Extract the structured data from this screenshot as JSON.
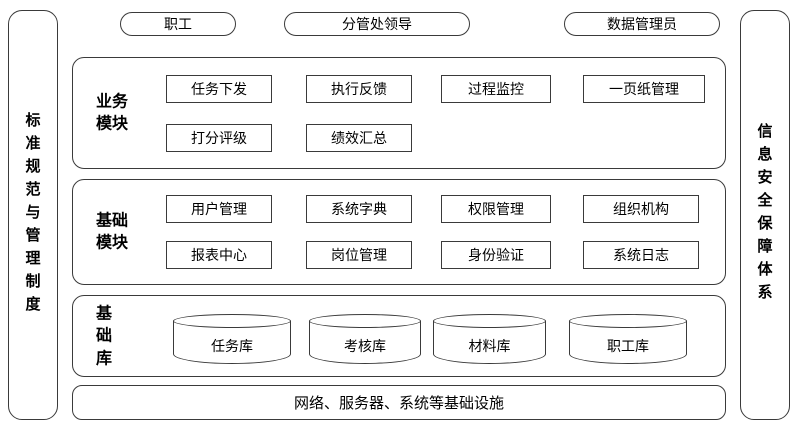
{
  "sidebars": {
    "left": "标准规范与管理制度",
    "right": "信息安全保障体系"
  },
  "actors": [
    "职工",
    "分管处领导",
    "数据管理员"
  ],
  "layers": {
    "business": {
      "title": "业务模块",
      "row1": [
        "任务下发",
        "执行反馈",
        "过程监控",
        "一页纸管理"
      ],
      "row2": [
        "打分评级",
        "绩效汇总"
      ]
    },
    "basic": {
      "title": "基础模块",
      "row1": [
        "用户管理",
        "系统字典",
        "权限管理",
        "组织机构"
      ],
      "row2": [
        "报表中心",
        "岗位管理",
        "身份验证",
        "系统日志"
      ]
    },
    "database": {
      "title": "基础库",
      "items": [
        "任务库",
        "考核库",
        "材料库",
        "职工库"
      ]
    },
    "infrastructure": "网络、服务器、系统等基础设施"
  },
  "colors": {
    "border": "#3a3a3a",
    "background": "#ffffff",
    "text": "#000000"
  }
}
